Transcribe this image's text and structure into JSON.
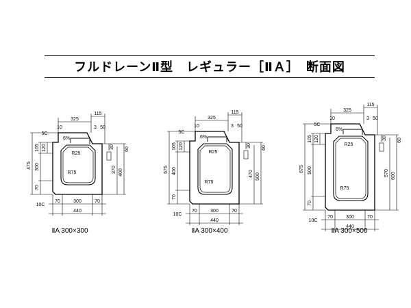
{
  "title": "フルドレーンⅡ型　レギュラー［ⅡＡ］　断面図",
  "common": {
    "top_dims": [
      "325",
      "115"
    ],
    "top_small": [
      "10",
      "3",
      "50"
    ],
    "chamfer_top": "5C",
    "chamfer_bottom": "10C",
    "slope": "6%",
    "radius_upper": "R25",
    "radius_lower": "R75",
    "bottom_parts": [
      "70",
      "300",
      "70"
    ],
    "bottom_total": "440",
    "right_top": "60",
    "right_small": "30"
  },
  "sections": [
    {
      "caption": "ⅡA 300×300",
      "left_outer": "475",
      "left_parts": [
        "105",
        "300",
        "70"
      ],
      "left_top_small": "120",
      "right_inner": "370",
      "right_outer": "400"
    },
    {
      "caption": "ⅡA 300×400",
      "left_outer": "575",
      "left_parts": [
        "105",
        "400",
        "70"
      ],
      "left_top_small": "120",
      "right_inner": "470",
      "right_outer": "500"
    },
    {
      "caption": "ⅡA 300×500",
      "left_outer": "675",
      "left_parts": [
        "105",
        "500",
        "70"
      ],
      "left_top_small": "120",
      "right_inner": "570",
      "right_outer": "600"
    }
  ]
}
